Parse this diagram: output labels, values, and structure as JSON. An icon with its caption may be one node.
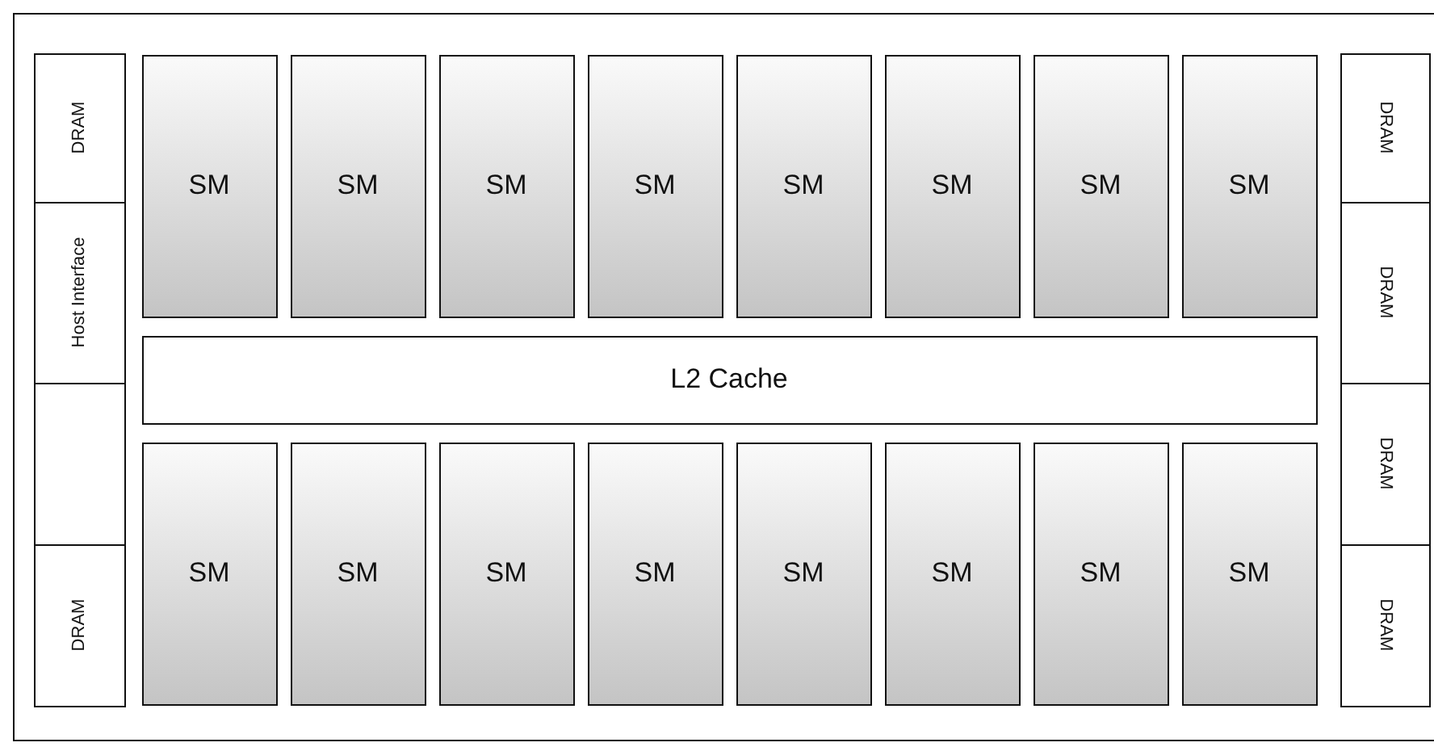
{
  "diagram": {
    "nodes": [
      {
        "text": [],
        "shape": "box"
      },
      {
        "text": [
          "DRAM"
        ],
        "in": 0
      },
      {
        "text": [
          "Host Interface"
        ],
        "in": 0
      },
      {
        "text": [],
        "shape": "box",
        "in": 0
      },
      {
        "text": [
          "DRAM"
        ],
        "in": 0
      },
      {
        "text": [
          "SM"
        ],
        "in": 0
      },
      {
        "text": [
          "SM"
        ],
        "in": 0
      },
      {
        "text": [
          "SM"
        ],
        "in": 0
      },
      {
        "text": [
          "SM"
        ],
        "in": 0
      },
      {
        "text": [
          "SM"
        ],
        "in": 0
      },
      {
        "text": [
          "SM"
        ],
        "in": 0
      },
      {
        "text": [
          "SM"
        ],
        "in": 0
      },
      {
        "text": [
          "SM"
        ],
        "in": 0
      },
      {
        "text": [
          "L2 Cache"
        ],
        "in": 0
      },
      {
        "text": [
          "SM"
        ],
        "in": 0
      },
      {
        "text": [
          "SM"
        ],
        "in": 0
      },
      {
        "text": [
          "SM"
        ],
        "in": 0
      },
      {
        "text": [
          "SM"
        ],
        "in": 0
      },
      {
        "text": [
          "SM"
        ],
        "in": 0
      },
      {
        "text": [
          "SM"
        ],
        "in": 0
      },
      {
        "text": [
          "SM"
        ],
        "in": 0
      },
      {
        "text": [
          "SM"
        ],
        "in": 0
      },
      {
        "text": [
          "DRAM"
        ],
        "in": 0
      },
      {
        "text": [
          "DRAM"
        ],
        "in": 0
      },
      {
        "text": [
          "DRAM"
        ],
        "in": 0
      },
      {
        "text": [
          "DRAM"
        ],
        "in": 0
      }
    ]
  }
}
